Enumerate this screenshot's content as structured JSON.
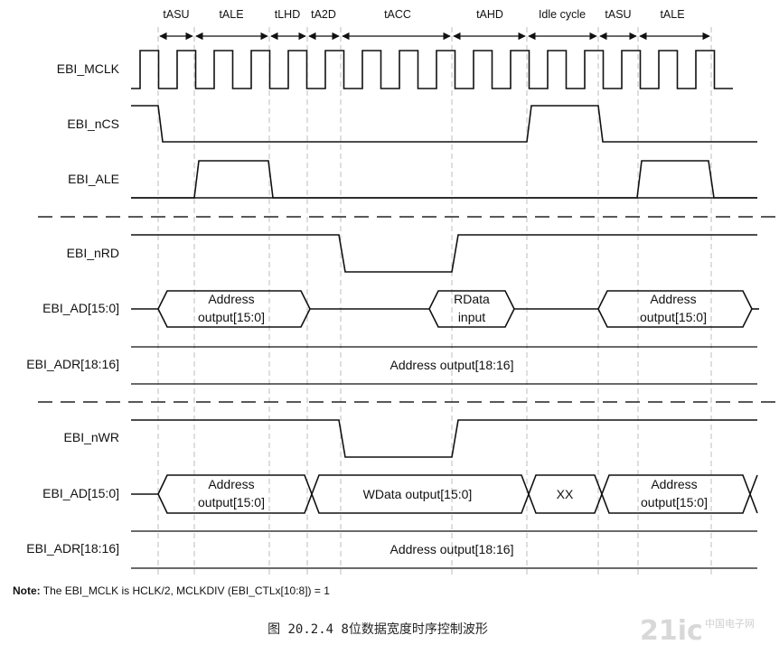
{
  "timing_labels": [
    {
      "key": "tasu1",
      "text": "tASU"
    },
    {
      "key": "tale1",
      "text": "tALE"
    },
    {
      "key": "tlhd",
      "text": "tLHD"
    },
    {
      "key": "ta2d",
      "text": "tA2D"
    },
    {
      "key": "tacc",
      "text": "tACC"
    },
    {
      "key": "tahd",
      "text": "tAHD"
    },
    {
      "key": "idle",
      "text": "Idle cycle"
    },
    {
      "key": "tasu2",
      "text": "tASU"
    },
    {
      "key": "tale2",
      "text": "tALE"
    }
  ],
  "signals": {
    "mclk": "EBI_MCLK",
    "ncs": "EBI_nCS",
    "ale": "EBI_ALE",
    "nrd": "EBI_nRD",
    "ad_read": "EBI_AD[15:0]",
    "adr_read": "EBI_ADR[18:16]",
    "nwr": "EBI_nWR",
    "ad_write": "EBI_AD[15:0]",
    "adr_write": "EBI_ADR[18:16]"
  },
  "bus_segments": {
    "read_addr1_l1": "Address",
    "read_addr1_l2": "output[15:0]",
    "read_rdata_l1": "RData",
    "read_rdata_l2": "input",
    "read_addr2_l1": "Address",
    "read_addr2_l2": "output[15:0]",
    "read_adr": "Address output[18:16]",
    "write_addr1_l1": "Address",
    "write_addr1_l2": "output[15:0]",
    "write_wdata": "WData output[15:0]",
    "write_xx": "XX",
    "write_addr2_l1": "Address",
    "write_addr2_l2": "output[15:0]",
    "write_adr": "Address output[18:16]"
  },
  "note": {
    "prefix": "Note:",
    "text": " The EBI_MCLK is HCLK/2, MCLKDIV (EBI_CTLx[10:8]) = 1"
  },
  "caption": "图 20.2.4  8位数据宽度时序控制波形",
  "watermark": {
    "main": "21ic",
    "sub": "中国电子网"
  }
}
